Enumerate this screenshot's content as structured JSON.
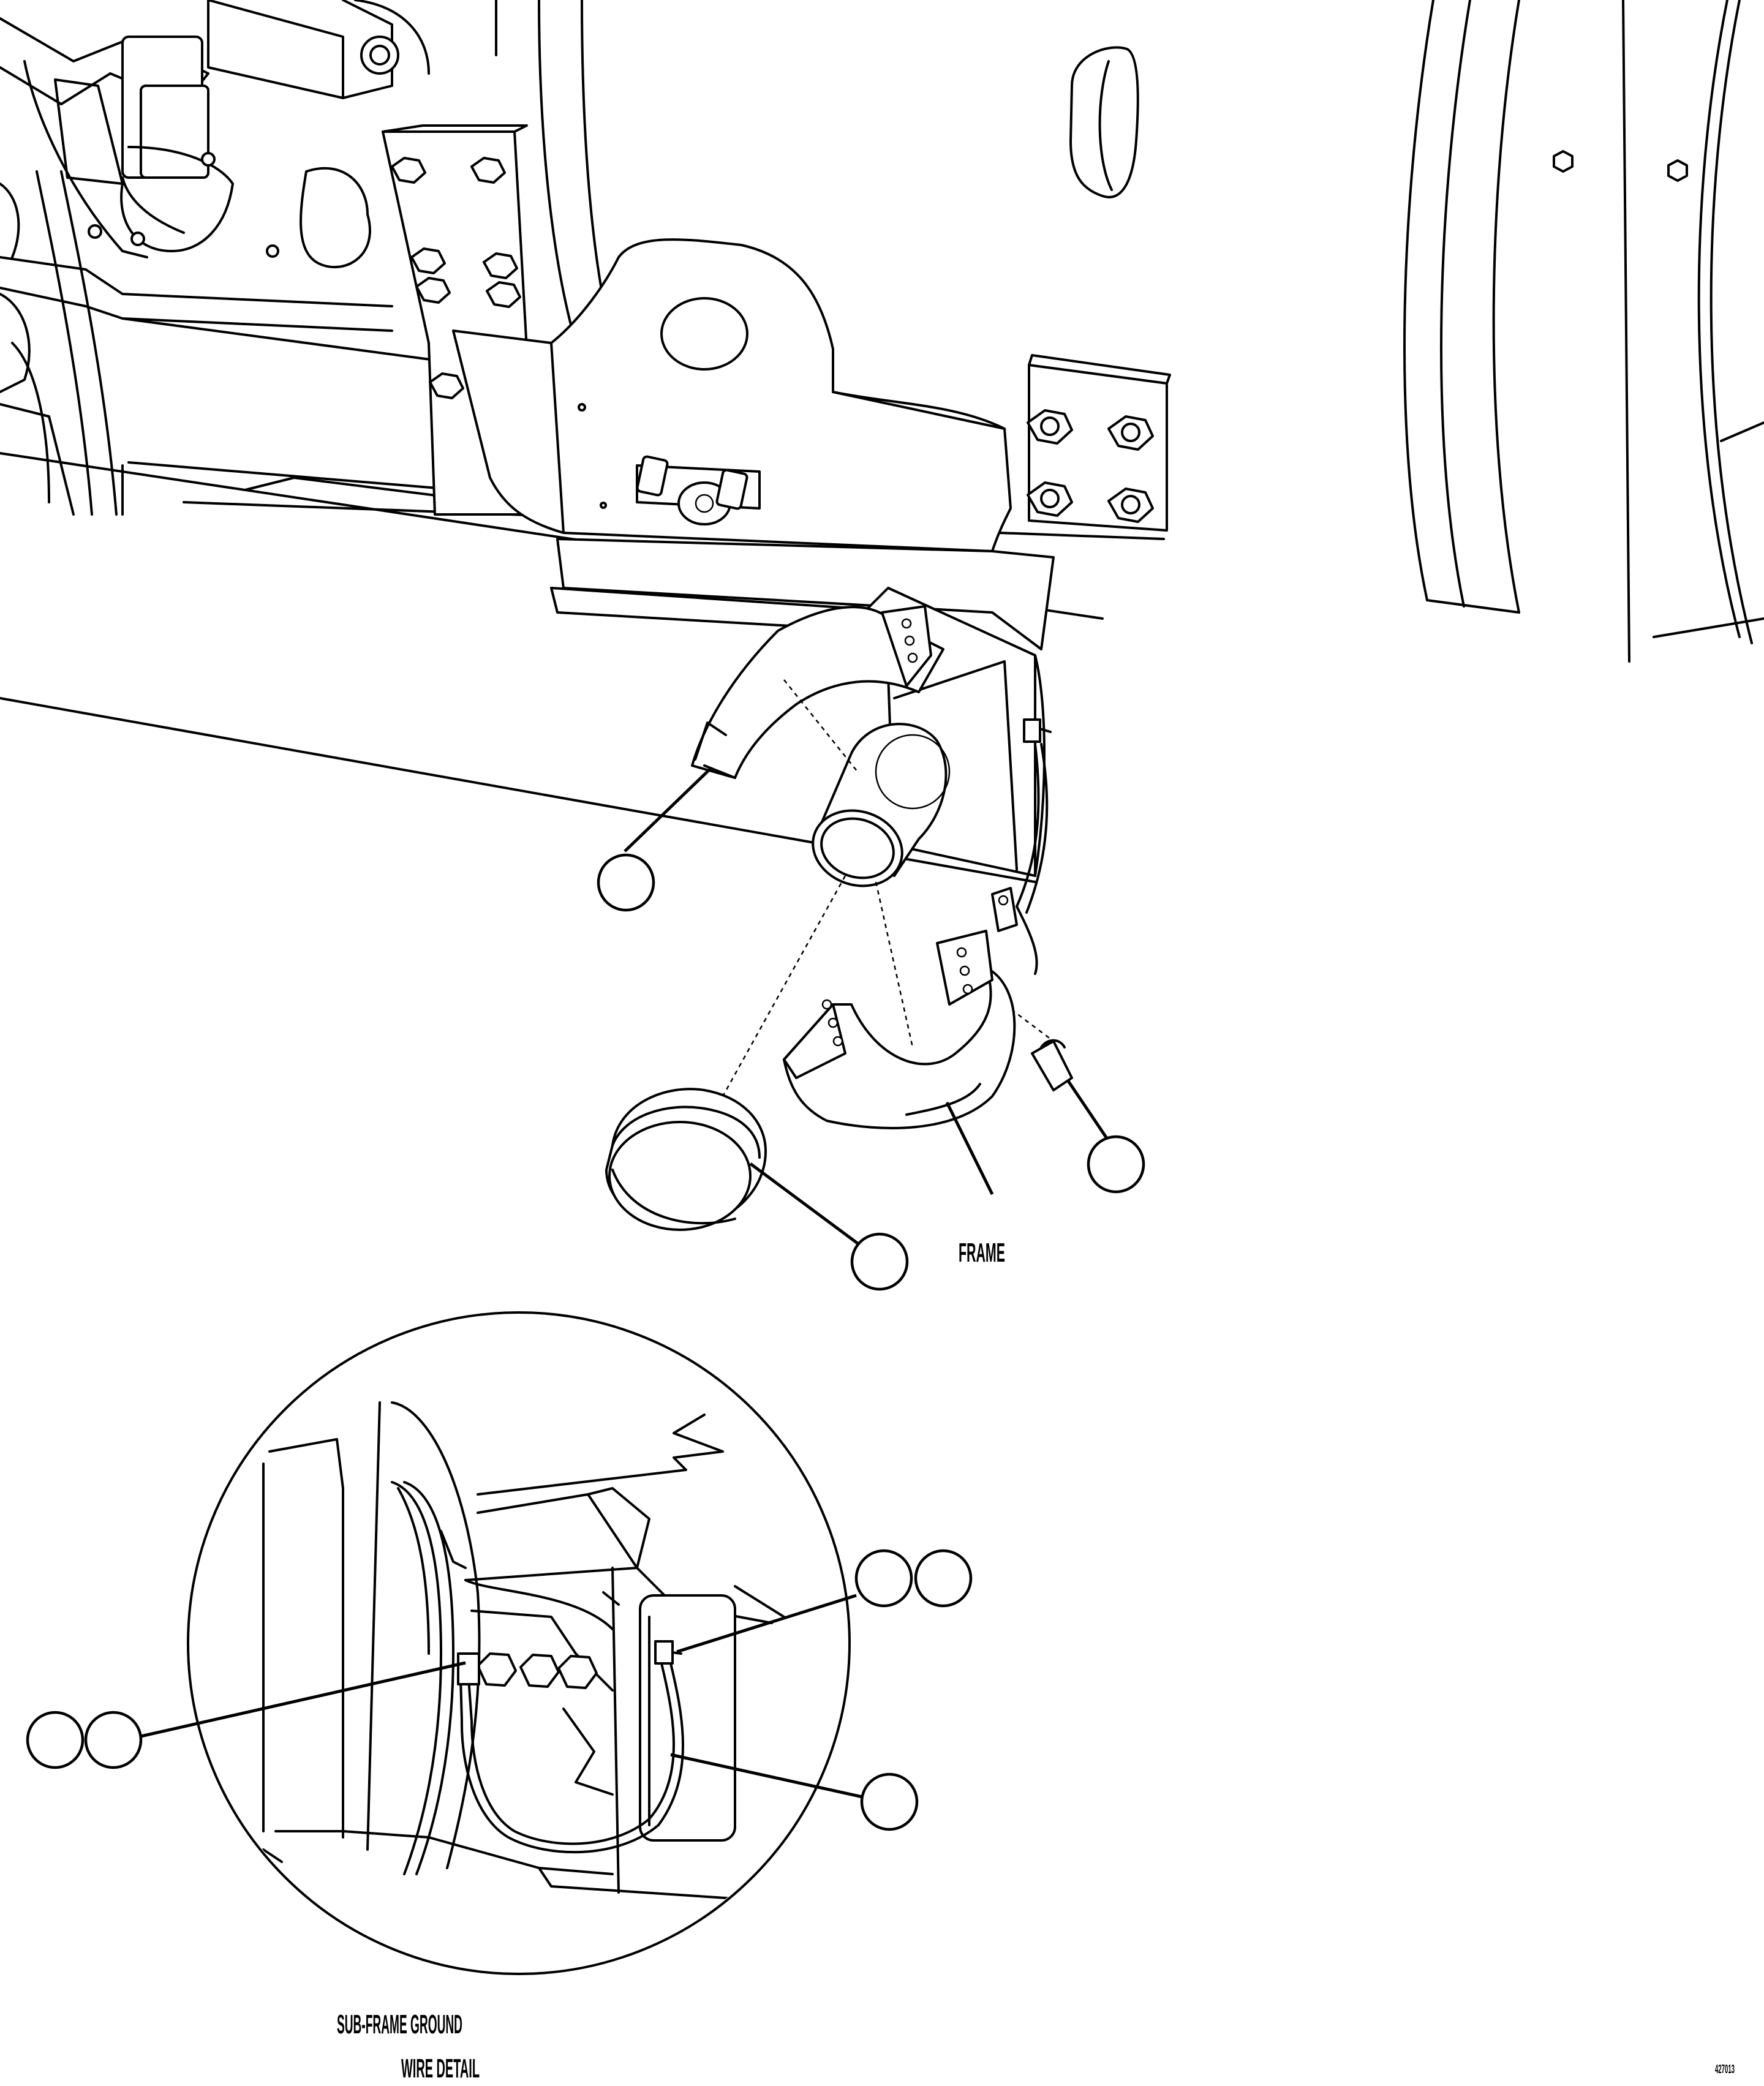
{
  "labels": {
    "frame": "FRAME",
    "detail_line1": "SUB-FRAME GROUND",
    "detail_line2": "WIRE DETAIL",
    "figure_number": "427013"
  },
  "callouts": [
    {
      "id": "callout-upper-bracket",
      "text": ""
    },
    {
      "id": "callout-bushing",
      "text": ""
    },
    {
      "id": "callout-clip",
      "text": ""
    },
    {
      "id": "callout-detail-left-a",
      "text": ""
    },
    {
      "id": "callout-detail-left-b",
      "text": ""
    },
    {
      "id": "callout-detail-right-a",
      "text": ""
    },
    {
      "id": "callout-detail-right-b",
      "text": ""
    },
    {
      "id": "callout-detail-wire",
      "text": ""
    }
  ]
}
